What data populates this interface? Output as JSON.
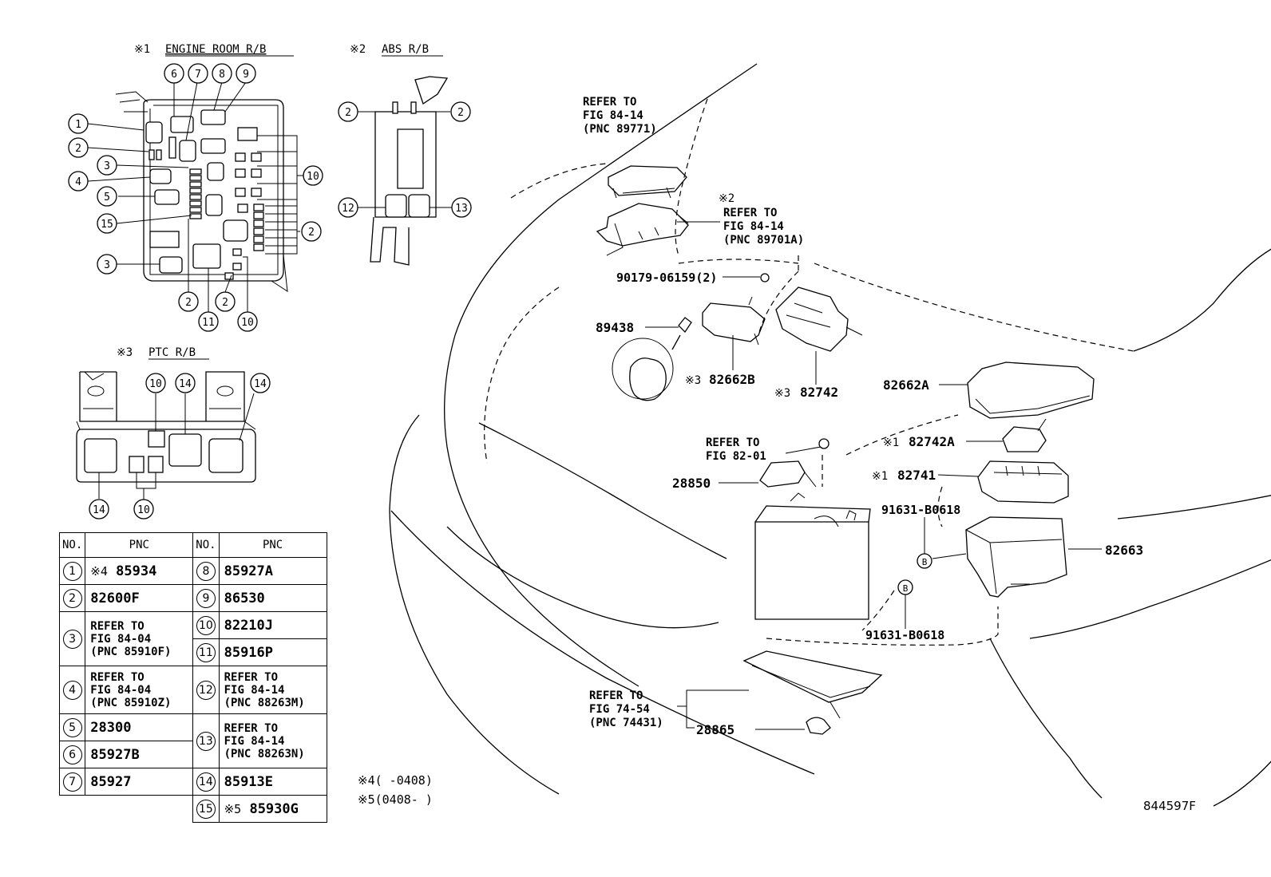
{
  "sections": {
    "engine_room": {
      "mark": "※1",
      "title": "ENGINE ROOM R/B"
    },
    "abs": {
      "mark": "※2",
      "title": "ABS R/B"
    },
    "ptc": {
      "mark": "※3",
      "title": "PTC R/B"
    }
  },
  "callout_numbers": {
    "n1": "1",
    "n2": "2",
    "n3": "3",
    "n4": "4",
    "n5": "5",
    "n6": "6",
    "n7": "7",
    "n8": "8",
    "n9": "9",
    "n10": "10",
    "n11": "11",
    "n12": "12",
    "n13": "13",
    "n14": "14",
    "n15": "15"
  },
  "table": {
    "header_no": "NO.",
    "header_pnc": "PNC",
    "left_rows": [
      {
        "no": "1",
        "mark": "※4",
        "pnc": "85934"
      },
      {
        "no": "2",
        "pnc": "82600F"
      },
      {
        "no": "3",
        "ref1": "REFER TO",
        "ref2": "FIG 84-04",
        "ref3": "(PNC 85910F)"
      },
      {
        "no": "4",
        "ref1": "REFER TO",
        "ref2": "FIG 84-04",
        "ref3": "(PNC 85910Z)"
      },
      {
        "no": "5",
        "pnc": "28300"
      },
      {
        "no": "6",
        "pnc": "85927B"
      },
      {
        "no": "7",
        "pnc": "85927"
      }
    ],
    "right_rows": [
      {
        "no": "8",
        "pnc": "85927A"
      },
      {
        "no": "9",
        "pnc": "86530"
      },
      {
        "no": "10",
        "pnc": "82210J"
      },
      {
        "no": "11",
        "pnc": "85916P"
      },
      {
        "no": "12",
        "ref1": "REFER TO",
        "ref2": "FIG 84-14",
        "ref3": "(PNC 88263M)"
      },
      {
        "no": "13",
        "ref1": "REFER TO",
        "ref2": "FIG 84-14",
        "ref3": "(PNC 88263N)"
      },
      {
        "no": "14",
        "pnc": "85913E"
      },
      {
        "no": "15",
        "mark": "※5",
        "pnc": "85930G"
      }
    ]
  },
  "footnotes": {
    "note4": "※4(      -0408)",
    "note5": "※5(0408-      )"
  },
  "main_labels": {
    "ref_89771_l1": "REFER TO",
    "ref_89771_l2": "FIG 84-14",
    "ref_89771_l3": "(PNC 89771)",
    "ref_89701a_mark": "※2",
    "ref_89701a_l1": "REFER TO",
    "ref_89701a_l2": "FIG 84-14",
    "ref_89701a_l3": "(PNC 89701A)",
    "p90179": "90179-06159(2)",
    "p89438": "89438",
    "p82662b_mark": "※3",
    "p82662b": "82662B",
    "p82742_mark": "※3",
    "p82742": "82742",
    "p82662a": "82662A",
    "p82742a_mark": "※1",
    "p82742a": "82742A",
    "p82741_mark": "※1",
    "p82741": "82741",
    "ref_8201_l1": "REFER TO",
    "ref_8201_l2": "FIG 82-01",
    "p28850": "28850",
    "p91631_top": "91631-B0618",
    "p91631_bottom": "91631-B0618",
    "b_mark": "B",
    "p82663": "82663",
    "ref_74431_l1": "REFER TO",
    "ref_74431_l2": "FIG 74-54",
    "ref_74431_l3": "(PNC 74431)",
    "p28865": "28865",
    "drawing_id": "844597F"
  }
}
